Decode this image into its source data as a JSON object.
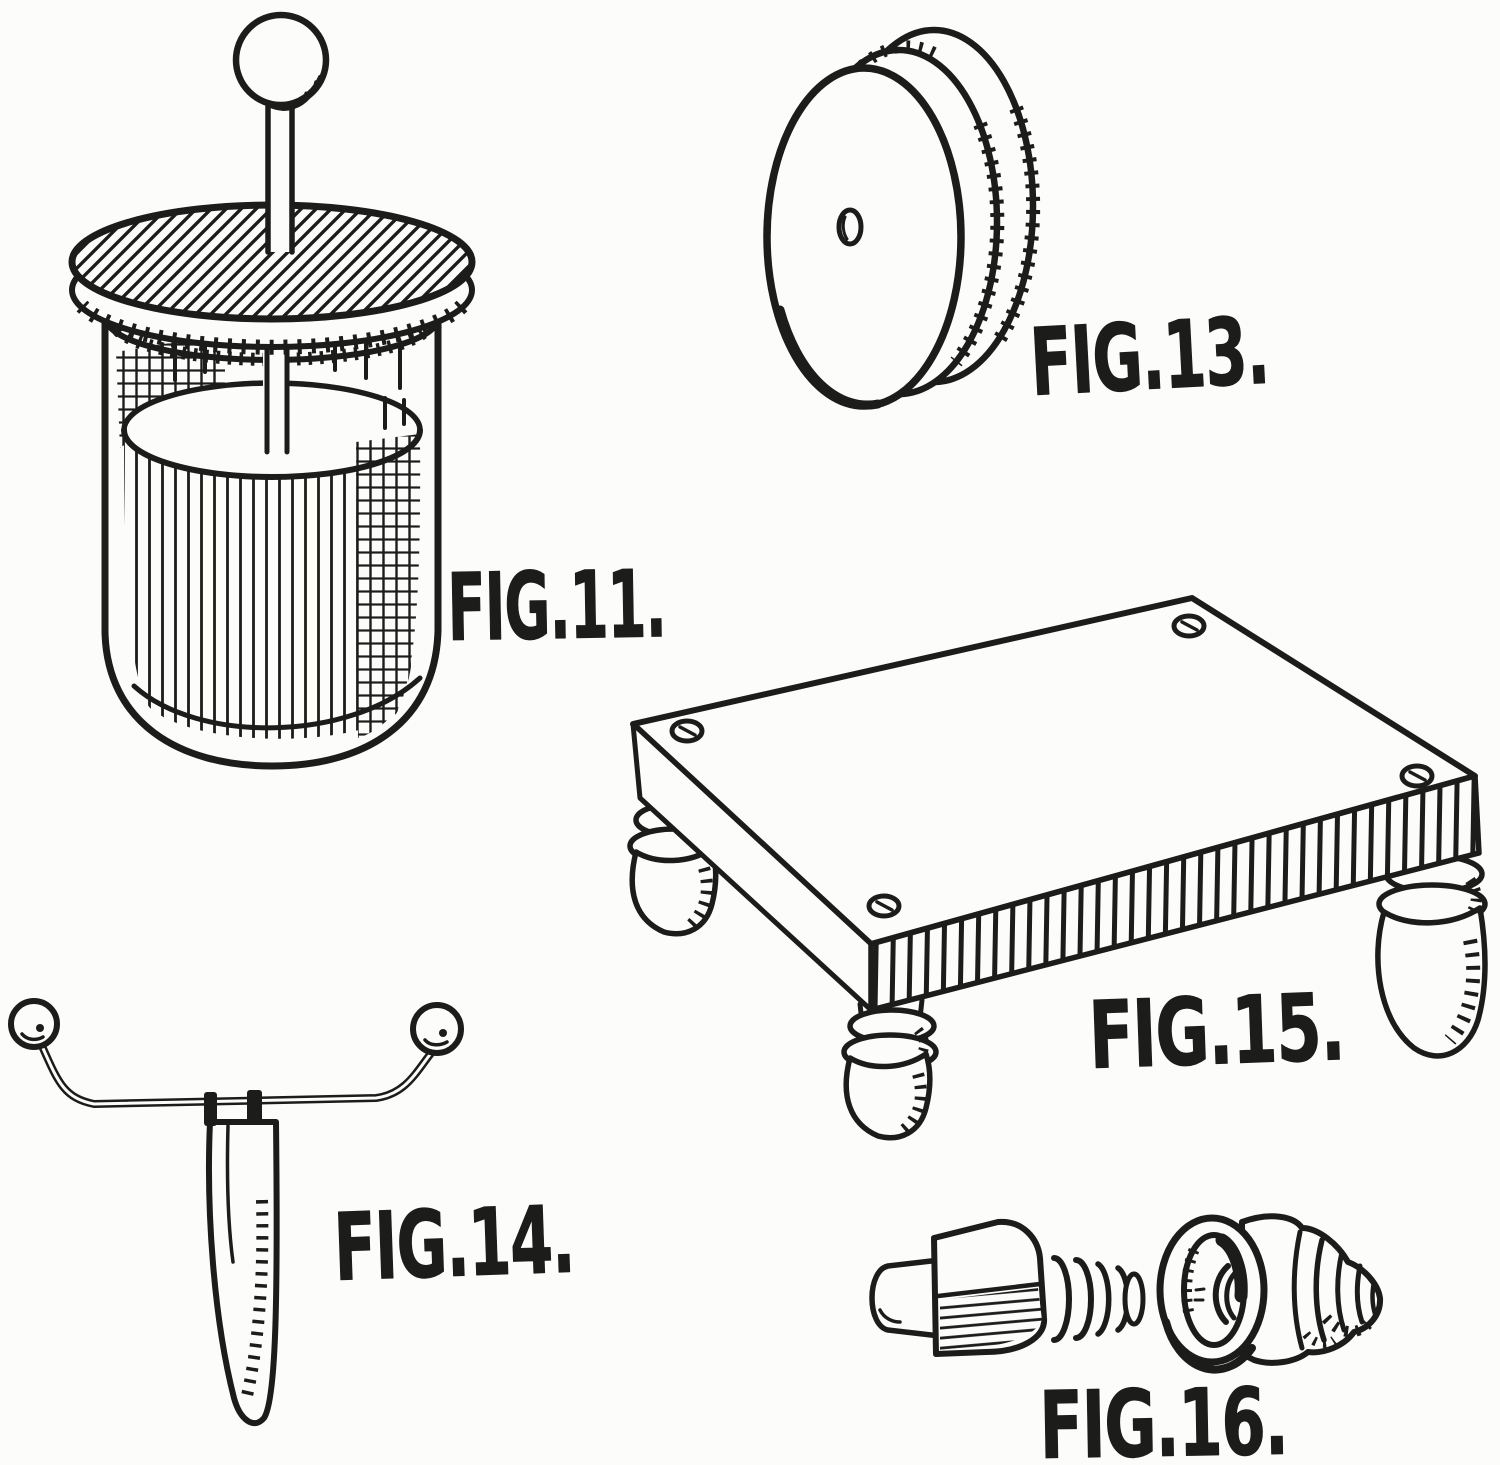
{
  "page": {
    "background_color": "#fcfcfa",
    "ink_color": "#1c1c1b"
  },
  "figures": {
    "fig11": {
      "label": "FIG.11."
    },
    "fig13": {
      "label": "FIG.13."
    },
    "fig14": {
      "label": "FIG.14."
    },
    "fig15": {
      "label": "FIG.15."
    },
    "fig16": {
      "label": "FIG.16."
    }
  }
}
